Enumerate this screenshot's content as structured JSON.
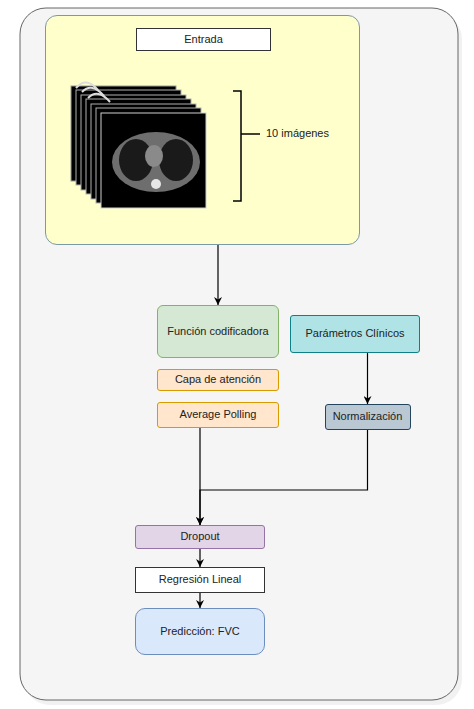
{
  "diagram": {
    "nodes": [
      {
        "text": [
          "10 imágenes"
        ]
      },
      {
        "text": [
          "Entrada"
        ],
        "in": 0
      },
      {
        "text": [
          "Función codificadora"
        ]
      },
      {
        "text": [
          "Capa de atención"
        ]
      },
      {
        "text": [
          "Average Polling"
        ]
      },
      {
        "text": [
          "Parámetros Clínicos"
        ]
      },
      {
        "text": [
          "Normalización"
        ]
      },
      {
        "text": [
          "Dropout"
        ]
      },
      {
        "text": [
          "Regresión Lineal"
        ]
      },
      {
        "text": [
          "Predicción: FVC"
        ]
      }
    ],
    "edges": [
      {
        "from": 0,
        "to": 2,
        "arrow": "to"
      },
      {
        "from": 4,
        "to": 7,
        "arrow": "to"
      },
      {
        "from": 5,
        "to": 6,
        "arrow": "to"
      },
      {
        "from": 6,
        "to": 7,
        "arrow": "to"
      },
      {
        "from": 7,
        "to": 8,
        "arrow": "to"
      },
      {
        "from": 8,
        "to": 9,
        "arrow": "to"
      }
    ]
  }
}
